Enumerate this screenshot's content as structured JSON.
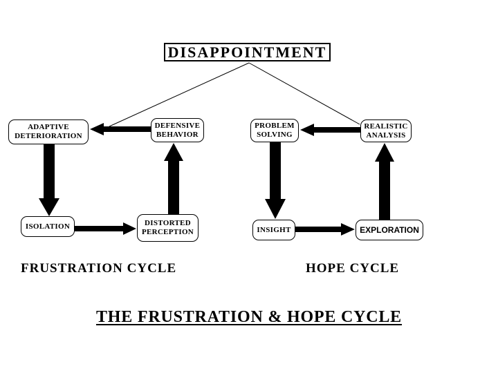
{
  "diagram": {
    "top_box": {
      "label": "DISAPPOINTMENT"
    },
    "frustration_cycle": {
      "label": "FRUSTRATION CYCLE",
      "boxes": [
        {
          "id": "adaptive-deterioration",
          "label": "ADAPTIVE DETERIORATION"
        },
        {
          "id": "defensive-behavior",
          "label": "DEFENSIVE BEHAVIOR"
        },
        {
          "id": "isolation",
          "label": "ISOLATION"
        },
        {
          "id": "distorted-perception",
          "label": "DISTORTED PERCEPTION"
        }
      ],
      "flow": [
        "DEFENSIVE BEHAVIOR -> ADAPTIVE DETERIORATION",
        "ADAPTIVE DETERIORATION -> ISOLATION",
        "ISOLATION -> DISTORTED PERCEPTION",
        "DISTORTED PERCEPTION -> DEFENSIVE BEHAVIOR"
      ]
    },
    "hope_cycle": {
      "label": "HOPE CYCLE",
      "boxes": [
        {
          "id": "problem-solving",
          "label": "PROBLEM SOLVING"
        },
        {
          "id": "realistic-analysis",
          "label": "REALISTIC ANALYSIS"
        },
        {
          "id": "insight",
          "label": "INSIGHT"
        },
        {
          "id": "exploration",
          "label": "EXPLORATION"
        }
      ],
      "flow": [
        "REALISTIC ANALYSIS -> PROBLEM SOLVING",
        "PROBLEM SOLVING -> INSIGHT",
        "INSIGHT -> EXPLORATION",
        "EXPLORATION -> REALISTIC ANALYSIS"
      ]
    },
    "footer_title": "THE FRUSTRATION & HOPE CYCLE",
    "colors": {
      "ink": "#000000",
      "background": "#ffffff"
    }
  }
}
